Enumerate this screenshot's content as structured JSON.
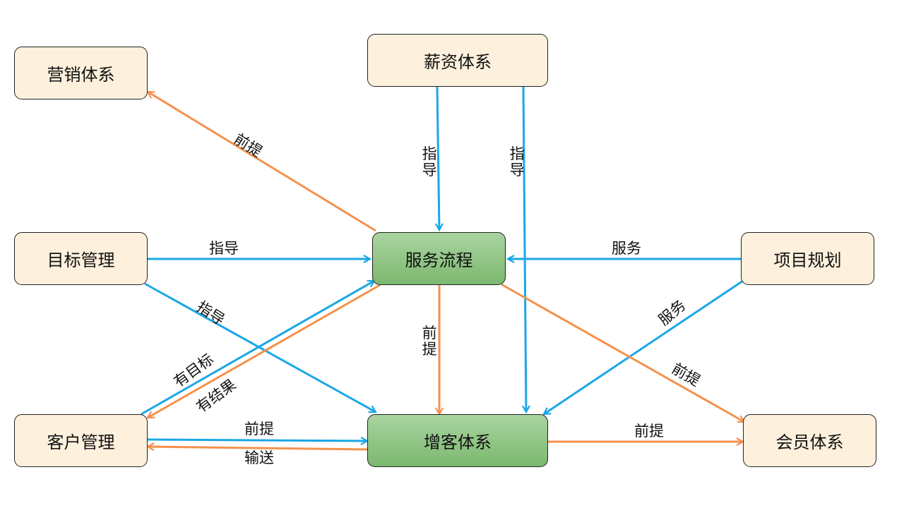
{
  "colors": {
    "guide": "#1aa7e6",
    "premise": "#f5914c",
    "node_fill": "#fdf0dc",
    "main_fill": "#8fc482"
  },
  "nodes": {
    "marketing": {
      "label": "营销体系"
    },
    "salary": {
      "label": "薪资体系"
    },
    "goal": {
      "label": "目标管理"
    },
    "service": {
      "label": "服务流程"
    },
    "project": {
      "label": "项目规划"
    },
    "customer": {
      "label": "客户管理"
    },
    "growth": {
      "label": "增客体系"
    },
    "member": {
      "label": "会员体系"
    }
  },
  "edges": [
    {
      "id": "service-to-marketing",
      "from": "服务流程",
      "to": "营销体系",
      "label": "前提",
      "kind": "premise"
    },
    {
      "id": "salary-to-service",
      "from": "薪资体系",
      "to": "服务流程",
      "label": "指导",
      "kind": "guide"
    },
    {
      "id": "salary-to-growth",
      "from": "薪资体系",
      "to": "增客体系",
      "label": "指导",
      "kind": "guide"
    },
    {
      "id": "goal-to-service",
      "from": "目标管理",
      "to": "服务流程",
      "label": "指导",
      "kind": "guide"
    },
    {
      "id": "goal-to-growth",
      "from": "目标管理",
      "to": "增客体系",
      "label": "指导",
      "kind": "guide"
    },
    {
      "id": "project-to-service",
      "from": "项目规划",
      "to": "服务流程",
      "label": "服务",
      "kind": "guide"
    },
    {
      "id": "project-to-growth",
      "from": "项目规划",
      "to": "增客体系",
      "label": "服务",
      "kind": "guide"
    },
    {
      "id": "customer-to-service",
      "from": "客户管理",
      "to": "服务流程",
      "label": "有目标",
      "kind": "guide"
    },
    {
      "id": "service-to-customer",
      "from": "服务流程",
      "to": "客户管理",
      "label": "有结果",
      "kind": "premise"
    },
    {
      "id": "service-to-growth",
      "from": "服务流程",
      "to": "增客体系",
      "label": "前提",
      "kind": "premise"
    },
    {
      "id": "service-to-member",
      "from": "服务流程",
      "to": "会员体系",
      "label": "前提",
      "kind": "premise"
    },
    {
      "id": "customer-to-growth",
      "from": "客户管理",
      "to": "增客体系",
      "label": "前提",
      "kind": "guide"
    },
    {
      "id": "growth-to-customer",
      "from": "增客体系",
      "to": "客户管理",
      "label": "输送",
      "kind": "premise"
    },
    {
      "id": "growth-to-member",
      "from": "增客体系",
      "to": "会员体系",
      "label": "前提",
      "kind": "premise"
    }
  ]
}
